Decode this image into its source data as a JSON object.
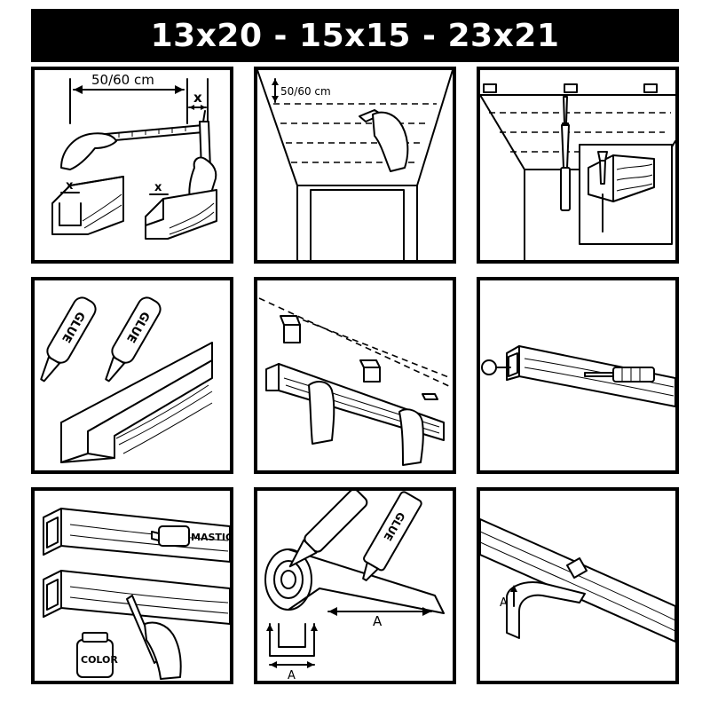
{
  "title": "13x20 - 15x15 - 23x21",
  "labels": {
    "spacing_1": "50/60 cm",
    "x_1": "x",
    "x_2": "x",
    "x_3": "x",
    "spacing_2": "50/60 cm",
    "glue_1": "GLUE",
    "glue_2": "GLUE",
    "mastic": "MASTIC",
    "color": "COLOR",
    "glue_3": "GLUE",
    "a_1": "A",
    "a_2": "A",
    "a_3": "A"
  },
  "colors": {
    "ink": "#000000",
    "paper": "#ffffff"
  }
}
